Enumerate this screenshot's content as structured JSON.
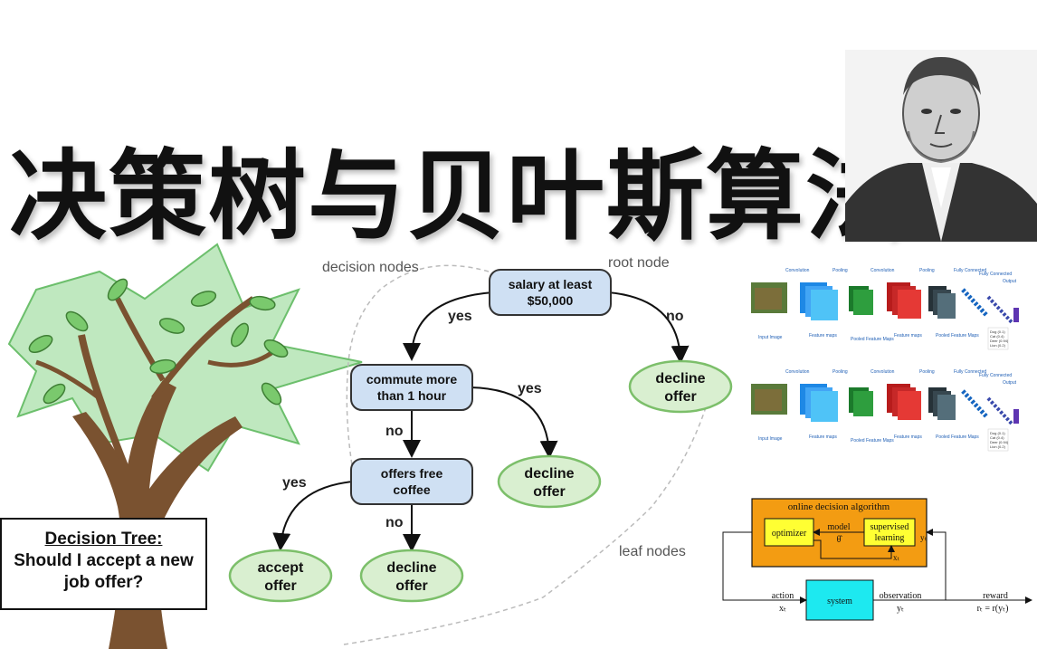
{
  "title": "决策树与贝叶斯算法",
  "tree_box": {
    "title": "Decision Tree:",
    "line1": "Should I accept a new",
    "line2": "job offer?"
  },
  "decision_tree": {
    "annotations": {
      "decision_nodes": "decision nodes",
      "root_node": "root node",
      "leaf_nodes": "leaf nodes"
    },
    "nodes": {
      "root": [
        "salary at least",
        "$50,000"
      ],
      "commute": [
        "commute more",
        "than 1 hour"
      ],
      "coffee": [
        "offers free",
        "coffee"
      ],
      "decline1": [
        "decline",
        "offer"
      ],
      "decline2": [
        "decline",
        "offer"
      ],
      "decline3": [
        "decline",
        "offer"
      ],
      "accept": [
        "accept",
        "offer"
      ]
    },
    "edges": {
      "root_yes": "yes",
      "root_no": "no",
      "commute_yes": "yes",
      "commute_no": "no",
      "coffee_yes": "yes",
      "coffee_no": "no"
    }
  },
  "cnn": {
    "stages": [
      "Convolution",
      "Pooling",
      "Convolution",
      "Pooling",
      "Fully Connected",
      "Fully Connected",
      "Output"
    ],
    "bottom_labels": [
      "Input Image",
      "Feature maps",
      "Pooled Feature Maps",
      "Feature maps",
      "Pooled Feature Maps"
    ],
    "outputs": [
      "Dog (0.1)",
      "Cat (0.4)",
      "Deer (0.94)",
      "Lion (0.2)"
    ]
  },
  "online_algo": {
    "title": "online decision algorithm",
    "optimizer": "optimizer",
    "model_label": "model",
    "model_symbol": "θ̂",
    "supervised": [
      "supervised",
      "learning"
    ],
    "y_t": "yₜ",
    "x_t": "xₜ",
    "system": "system",
    "action": "action",
    "action_sym": "xₜ",
    "observation": "observation",
    "observation_sym": "yₜ",
    "reward": "reward",
    "reward_formula": "rₜ = r(yₜ)"
  }
}
